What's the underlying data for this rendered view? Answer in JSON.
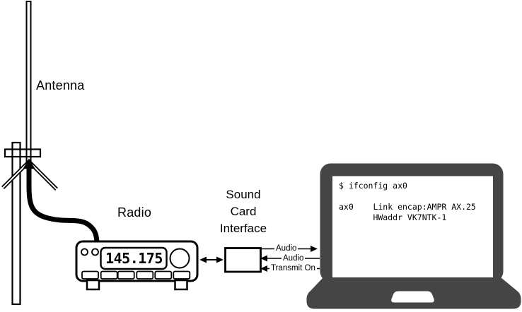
{
  "labels": {
    "antenna": "Antenna",
    "radio": "Radio",
    "sound_card": {
      "line1": "Sound",
      "line2": "Card",
      "line3": "Interface"
    }
  },
  "radio": {
    "display_value": "145.175"
  },
  "connections": {
    "audio_to_computer": "Audio",
    "audio_from_computer": "Audio",
    "transmit_on": "Transmit On"
  },
  "terminal": {
    "lines": [
      "$ ifconfig ax0",
      "",
      "ax0    Link encap:AMPR AX.25",
      "       HWaddr VK7NTK-1"
    ]
  },
  "colors": {
    "line": "#000000",
    "laptop_body": "#454545",
    "screen": "#ffffff"
  }
}
